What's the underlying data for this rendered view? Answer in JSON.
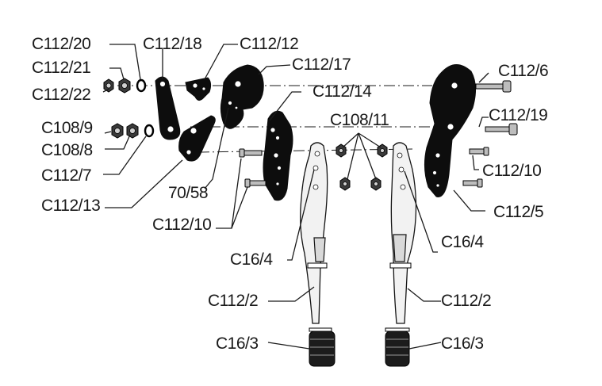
{
  "labels": {
    "c112_20": "C112/20",
    "c112_18": "C112/18",
    "c112_12": "C112/12",
    "c112_21": "C112/21",
    "c112_17": "C112/17",
    "c112_6": "C112/6",
    "c112_22": "C112/22",
    "c112_14": "C112/14",
    "c108_11": "C108/11",
    "c112_19": "C112/19",
    "c108_9": "C108/9",
    "c108_8": "C108/8",
    "c112_10_right": "C112/10",
    "c112_7": "C112/7",
    "c112_5": "C112/5",
    "n70_58": "70/58",
    "c112_13": "C112/13",
    "c112_10_left": "C112/10",
    "c16_4_left": "C16/4",
    "c16_4_right": "C16/4",
    "c112_2_left": "C112/2",
    "c112_2_right": "C112/2",
    "c16_3_left": "C16/3",
    "c16_3_right": "C16/3"
  },
  "colors": {
    "ink": "#1a1a1a",
    "blade": "#0d0d0d",
    "handle": "#f2f2f2",
    "background": "#ffffff"
  }
}
